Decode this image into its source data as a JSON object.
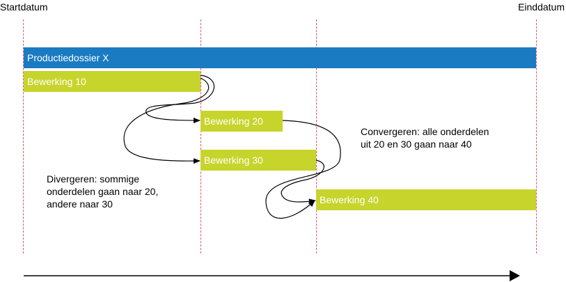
{
  "header": {
    "start_label": "Startdatum",
    "end_label": "Einddatum"
  },
  "dossier": {
    "label": "Productiedossier X",
    "color": "#1a7bc2"
  },
  "operations": {
    "color": "#c7d42b",
    "op10": "Bewerking 10",
    "op20": "Bewerking 20",
    "op30": "Bewerking 30",
    "op40": "Bewerking 40"
  },
  "notes": {
    "diverge": [
      "Divergeren: sommige",
      "onderdelen gaan naar 20,",
      "andere naar 30"
    ],
    "converge": [
      "Convergeren: alle onderdelen",
      "uit 20 en 30 gaan naar 40"
    ]
  },
  "gridline_color": "#e0506a"
}
